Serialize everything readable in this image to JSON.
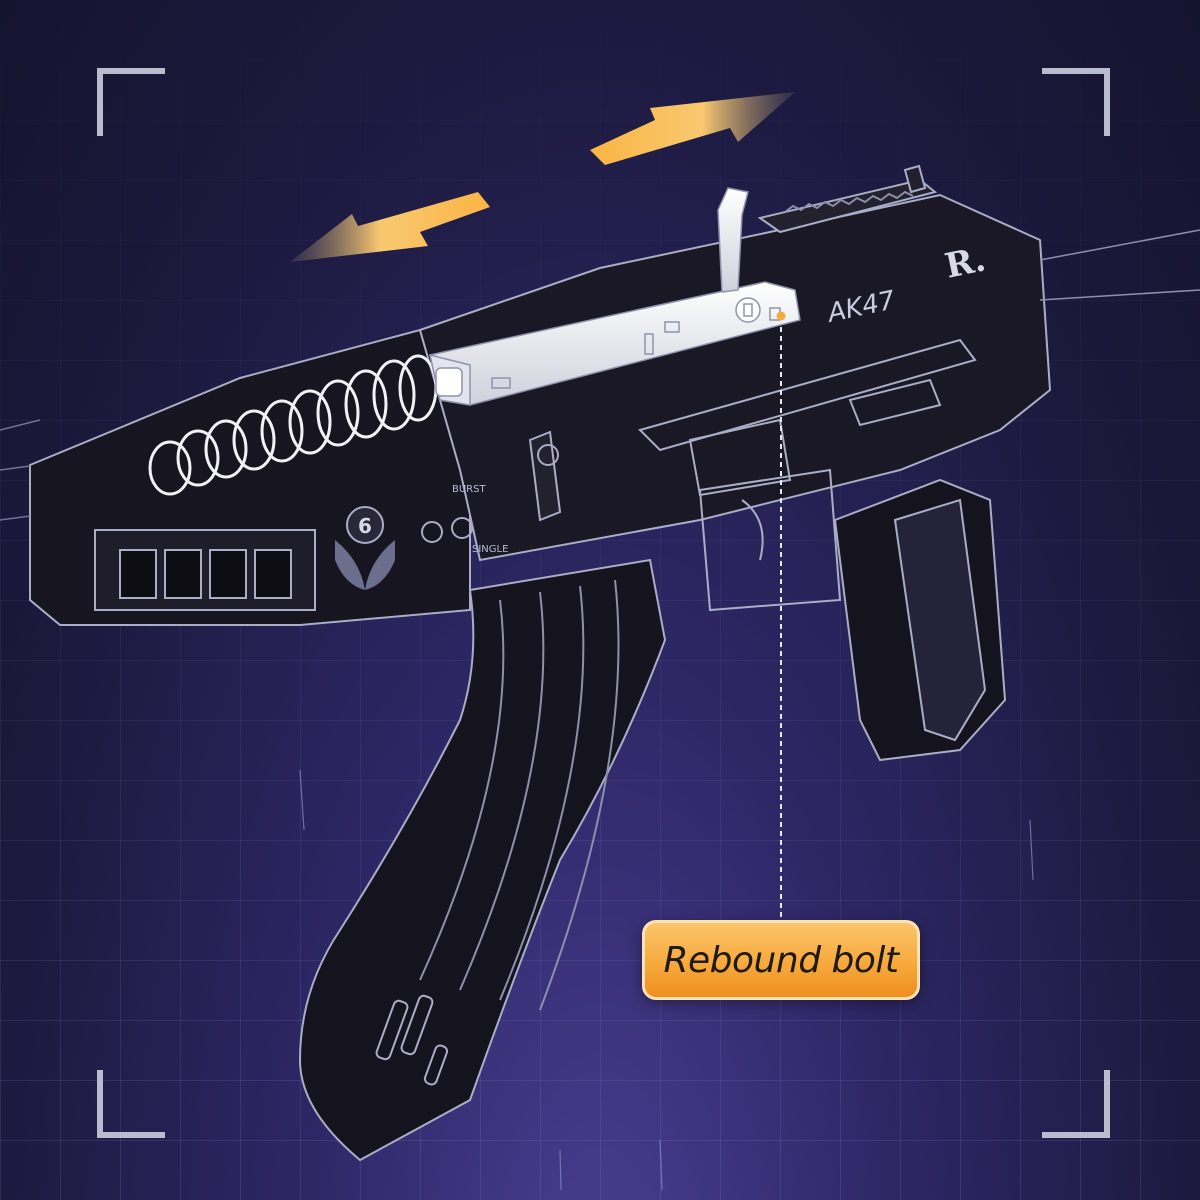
{
  "callout": {
    "label": "Rebound bolt"
  },
  "weapon": {
    "model_mark": "AK47",
    "brand_mark": "R.",
    "fire_mode_burst": "BURST",
    "fire_mode_single": "SINGLE",
    "emblem_number": "6"
  },
  "colors": {
    "accent": "#f7a93c",
    "bolt": "#f1f2f6",
    "linework": "#b9bdd2",
    "background": "#1c1a3f"
  },
  "icons": {
    "forward_arrow": "arrow-right-icon",
    "backward_arrow": "arrow-left-icon"
  }
}
